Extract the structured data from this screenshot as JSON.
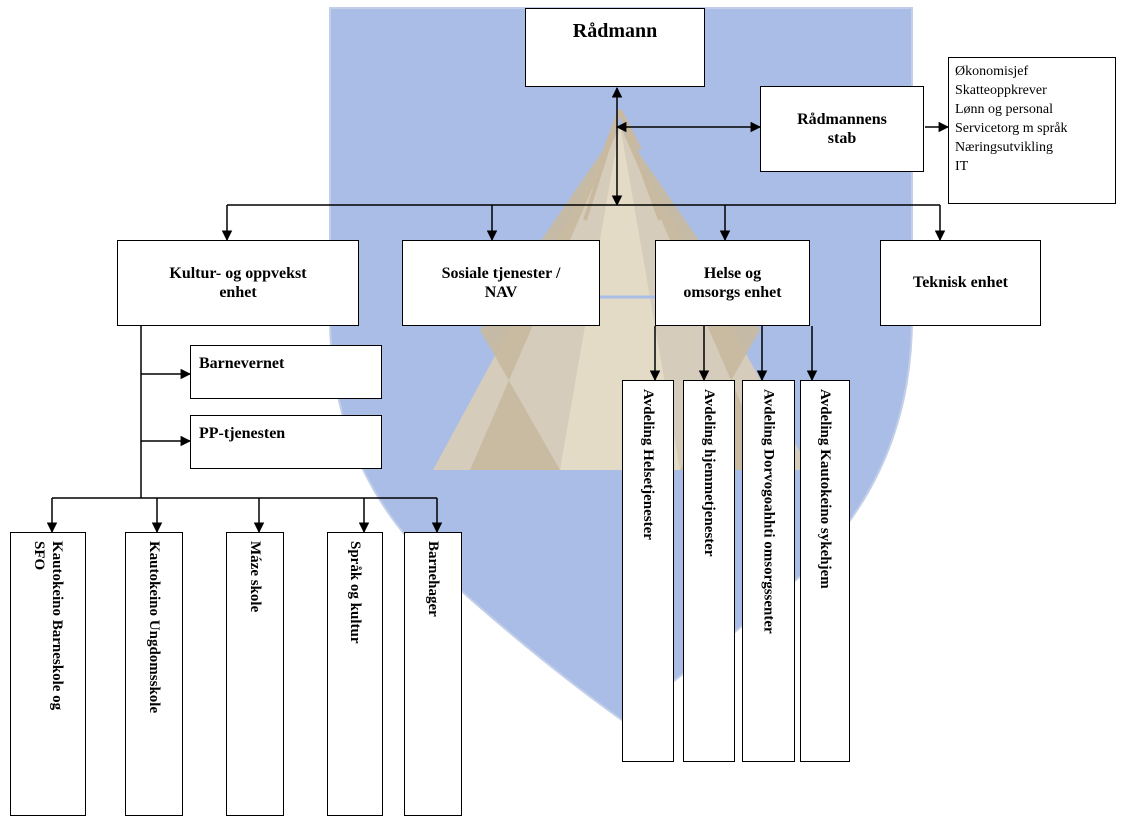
{
  "top": {
    "label": "Rådmann"
  },
  "staff": {
    "label": "Rådmannens\nstab",
    "items": [
      "Økonomisjef",
      "Skatteoppkrever",
      "Lønn og personal",
      "Servicetorg m språk",
      "Næringsutvikling",
      "IT"
    ]
  },
  "units": [
    {
      "label": "Kultur- og oppvekst\nenhet"
    },
    {
      "label": "Sosiale tjenester /\nNAV"
    },
    {
      "label": "Helse og\nomsorgs enhet"
    },
    {
      "label": "Teknisk enhet"
    }
  ],
  "culture_services": [
    {
      "label": "Barnevernet"
    },
    {
      "label": "PP-tjenesten"
    }
  ],
  "schools": [
    {
      "label": "Kautokeino Barneskole og\nSFO"
    },
    {
      "label": "Kautokeino Ungdomsskole"
    },
    {
      "label": "Máze skole"
    },
    {
      "label": "Språk og kultur"
    },
    {
      "label": "Barnehager"
    }
  ],
  "health_departments": [
    {
      "label": "Avdeling Helsetjenester"
    },
    {
      "label": "Avdeling hjemmetjenester"
    },
    {
      "label": "Avdeling Dorvogoahhti omsorgssenter"
    },
    {
      "label": "Avdeling Kautokeino sykehjem"
    }
  ],
  "colors": {
    "shield": "#a9bde6",
    "shield_stroke": "#c3cfe8",
    "tent": "#d9cdb6",
    "tent_light": "#e6ddc9",
    "tent_shadow": "#c8b99f",
    "line": "#000000"
  }
}
